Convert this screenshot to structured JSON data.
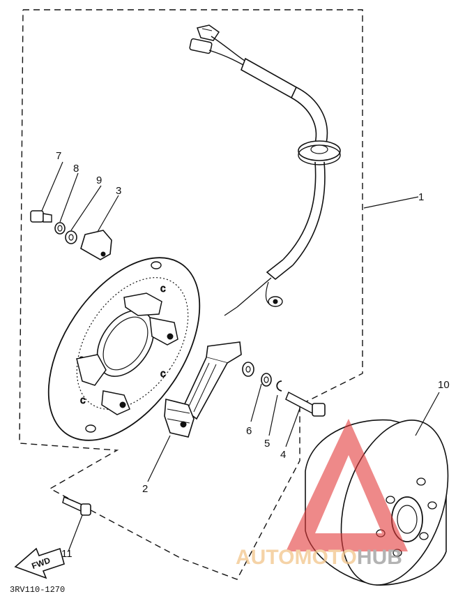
{
  "callouts": {
    "c1": "1",
    "c2": "2",
    "c3": "3",
    "c4": "4",
    "c5": "5",
    "c6": "6",
    "c7": "7",
    "c8": "8",
    "c9": "9",
    "c10": "10",
    "c11": "11"
  },
  "fwd_label": "FWD",
  "diagram_code": "3RV110-1270",
  "watermark": {
    "part1": "AUTOMOTO",
    "part2": "HUB",
    "color1": "#f2c58a",
    "color2": "#9a9a9a",
    "logo_color": "#e23b3b"
  },
  "colors": {
    "ink": "#111111",
    "background": "#ffffff"
  }
}
